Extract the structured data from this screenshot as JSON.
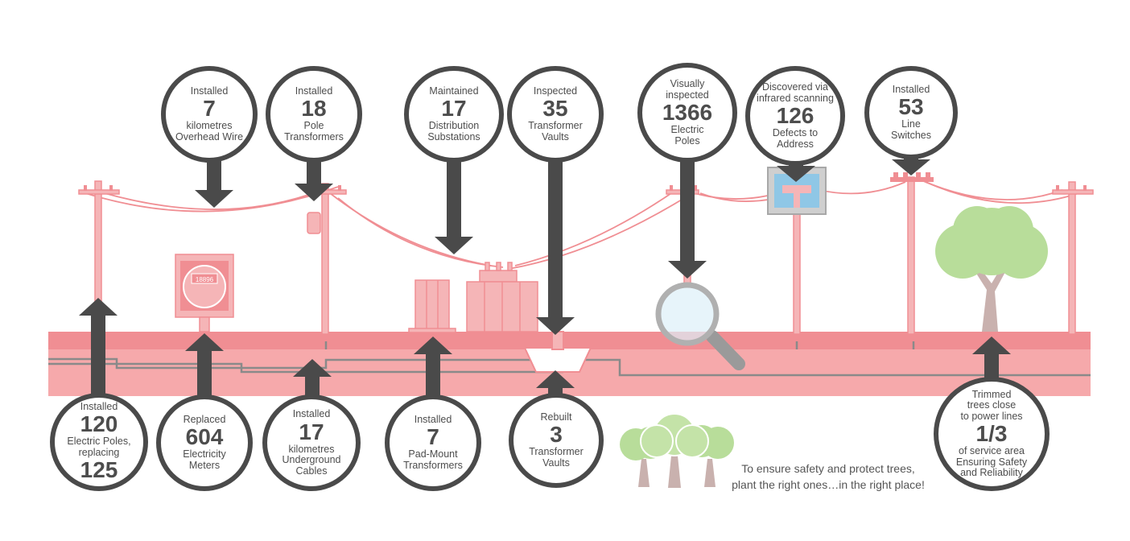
{
  "colors": {
    "pink": "#f08e93",
    "pink_light": "#f5b5b7",
    "pink_band": "#f6a9ab",
    "dark": "#4a4a4a",
    "gray_line": "#8a8a8a",
    "tree_green": "#b8dd9a",
    "trunk": "#c9b1ae",
    "text": "#4d4d4d"
  },
  "icons": [
    "utility-pole-icon",
    "electricity-meter-icon",
    "pole-transformer-icon",
    "substation-icon",
    "transformer-vault-icon",
    "magnifier-icon",
    "infrared-scan-icon",
    "line-switch-icon",
    "tree-icon"
  ],
  "callouts": {
    "overhead_wire": {
      "lines": [
        "Installed",
        "7",
        "kilometres",
        "Overhead Wire"
      ]
    },
    "pole_transformers": {
      "lines": [
        "Installed",
        "18",
        "Pole",
        "Transformers"
      ]
    },
    "substations": {
      "lines": [
        "Maintained",
        "17",
        "Distribution",
        "Substations"
      ]
    },
    "vaults_inspected": {
      "lines": [
        "Inspected",
        "35",
        "Transformer",
        "Vaults"
      ]
    },
    "poles_inspected": {
      "lines": [
        "Visually",
        "inspected",
        "1366",
        "Electric",
        "Poles"
      ]
    },
    "infrared": {
      "lines": [
        "Discovered via",
        "infrared scanning",
        "126",
        "Defects to",
        "Address"
      ]
    },
    "line_switches": {
      "lines": [
        "Installed",
        "53",
        "Line",
        "Switches"
      ]
    },
    "electric_poles": {
      "lines": [
        "Installed",
        "120",
        "Electric Poles,",
        "replacing",
        "125"
      ]
    },
    "meters": {
      "lines": [
        "Replaced",
        "604",
        "Electricity",
        "Meters"
      ]
    },
    "underground_cables": {
      "lines": [
        "Installed",
        "17",
        "kilometres",
        "Underground",
        "Cables"
      ]
    },
    "pad_mount": {
      "lines": [
        "Installed",
        "7",
        "Pad-Mount",
        "Transformers"
      ]
    },
    "vaults_rebuilt": {
      "lines": [
        "Rebuilt",
        "3",
        "Transformer",
        "Vaults"
      ]
    },
    "trees_trimmed": {
      "lines": [
        "Trimmed",
        "trees close",
        "to power lines",
        "1/3",
        "of service area",
        "Ensuring Safety",
        "and Reliability"
      ]
    }
  },
  "meter_reading": "18896",
  "tagline": {
    "line1": "To ensure safety and protect trees,",
    "line2": "plant the right ones…in the right place!"
  }
}
